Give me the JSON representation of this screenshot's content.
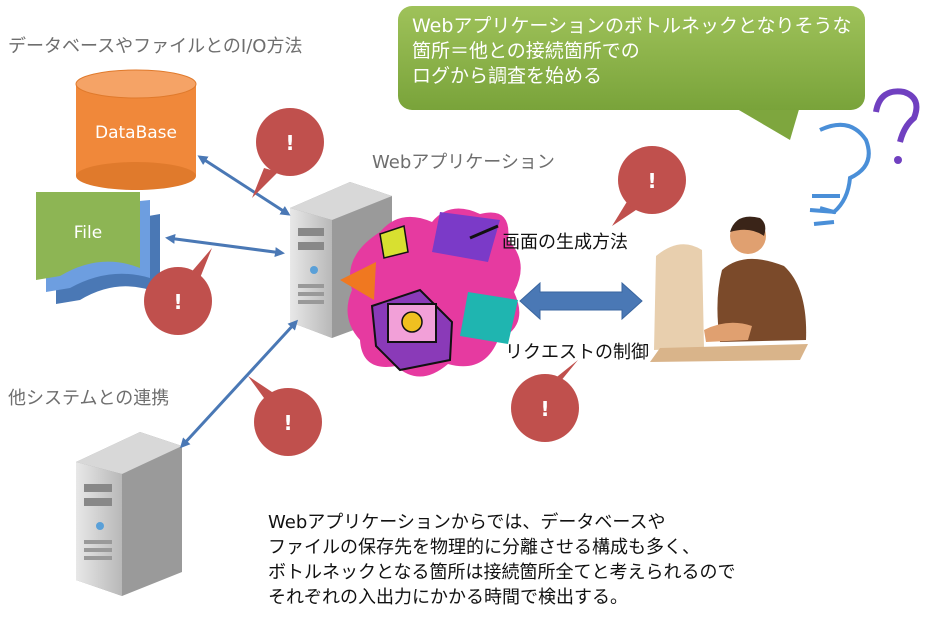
{
  "labels": {
    "db_io": "データベースやファイルとのI/O方法",
    "web_app": "Webアプリケーション",
    "other_systems": "他システムとの連携",
    "screen_gen": "画面の生成方法",
    "request_control": "リクエストの制御"
  },
  "database_label": "DataBase",
  "file_label": "File",
  "callout_lines": [
    "Webアプリケーションのボトルネックとなりそうな",
    "箇所＝他との接続箇所での",
    "ログから調査を始める"
  ],
  "bottom_lines": [
    "Webアプリケーションからでは、データベースや",
    "ファイルの保存先を物理的に分離させる構成も多く、",
    "ボトルネックとなる箇所は接続箇所全てと考えられるので",
    "それぞれの入出力にかかる時間で検出する。"
  ],
  "warning_mark": "!",
  "question_mark": "?",
  "colors": {
    "db_orange": "#f0883a",
    "file_green": "#8db554",
    "warning_red": "#c0504d",
    "arrow_blue": "#4a78b5",
    "callout_green": "#8ab34b"
  },
  "icons": [
    "database-icon",
    "file-icon",
    "server-icon",
    "server-icon",
    "clipart-icon",
    "person-icon",
    "thinking-icon"
  ]
}
